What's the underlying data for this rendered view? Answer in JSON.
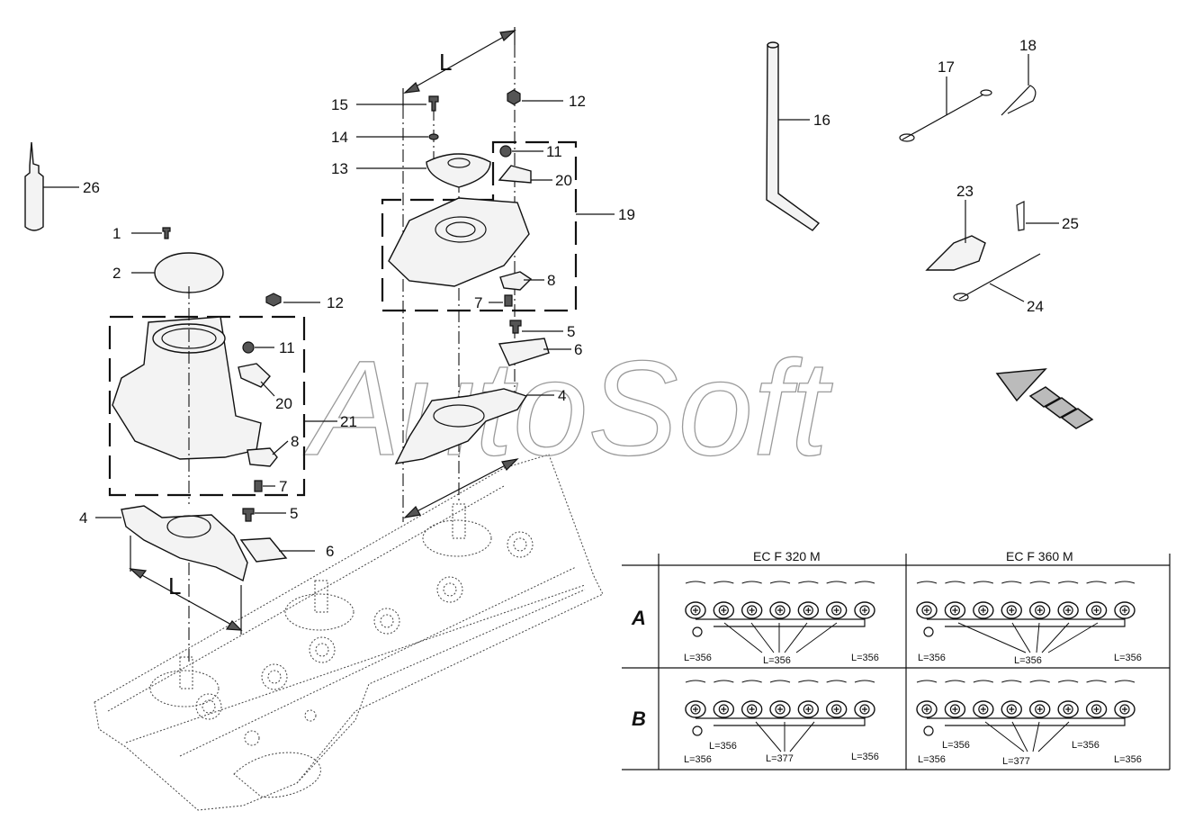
{
  "watermark": "AutoSoft",
  "callouts": {
    "c1": "1",
    "c2": "2",
    "c4a": "4",
    "c4b": "4",
    "c5a": "5",
    "c5b": "5",
    "c6a": "6",
    "c6b": "6",
    "c7a": "7",
    "c7b": "7",
    "c8a": "8",
    "c8b": "8",
    "c11a": "11",
    "c11b": "11",
    "c12a": "12",
    "c12b": "12",
    "c13": "13",
    "c14": "14",
    "c15": "15",
    "c16": "16",
    "c17": "17",
    "c18": "18",
    "c19": "19",
    "c20a": "20",
    "c20b": "20",
    "c21": "21",
    "c23": "23",
    "c24": "24",
    "c25": "25",
    "c26": "26"
  },
  "dimension_labels": {
    "top": "L",
    "left": "L"
  },
  "table": {
    "columns": [
      "EC F 320 M",
      "EC F 360 M"
    ],
    "rows": [
      {
        "label": "A",
        "col1": [
          "L=356",
          "L=356",
          "L=356"
        ],
        "col2": [
          "L=356",
          "L=356",
          "L=356"
        ]
      },
      {
        "label": "B",
        "col1": [
          "L=356",
          "L=356",
          "L=377",
          "L=356"
        ],
        "col2": [
          "L=356",
          "L=356",
          "L=377",
          "L=356",
          "L=356"
        ]
      }
    ]
  }
}
